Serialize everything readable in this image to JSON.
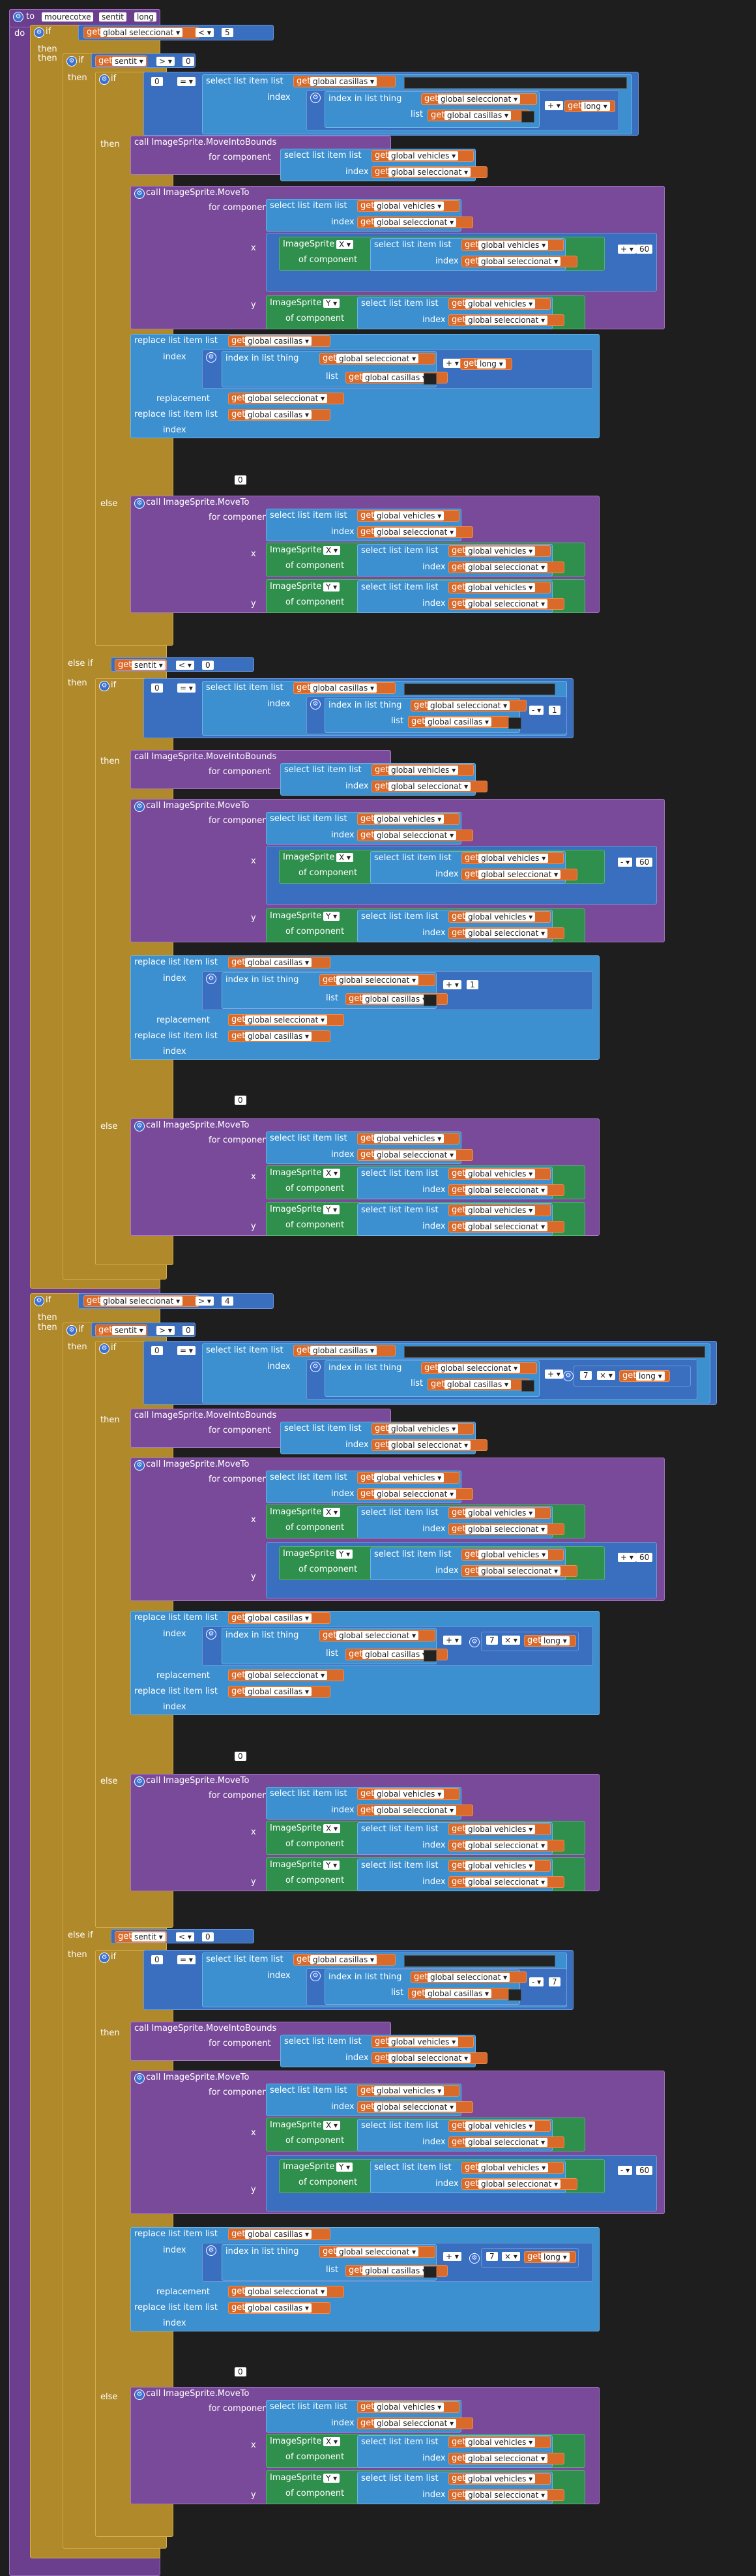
{
  "procedure": {
    "to_label": "to",
    "name": "mourecotxe",
    "params": [
      "sentit",
      "long"
    ],
    "do_label": "do"
  },
  "labels": {
    "if": "if",
    "then": "then",
    "else": "else",
    "else_if": "else if",
    "get": "get",
    "select_list_item": "select list item",
    "list": "list",
    "index": "index",
    "index_in_list": "index in list",
    "thing": "thing",
    "replace_list_item": "replace list item",
    "replacement": "replacement",
    "move_into_bounds": "call ImageSprite.MoveIntoBounds",
    "move_to": "call ImageSprite.MoveTo",
    "for_component": "for component",
    "of_component": "of component",
    "x": "x",
    "y": "y",
    "image_sprite": "ImageSprite"
  },
  "vars": {
    "seleccionat": "global seleccionat",
    "casillas": "global casillas",
    "vehicles": "global vehicles",
    "sentit": "sentit",
    "long": "long"
  },
  "props": {
    "x": "X",
    "y": "Y"
  },
  "ops": {
    "lt": "<",
    "gt": ">",
    "eq": "=",
    "plus": "+",
    "minus": "-",
    "times": "×"
  },
  "numbers": {
    "five": "5",
    "zero": "0",
    "one": "1",
    "four": "4",
    "seven": "7",
    "sixty": "60"
  }
}
